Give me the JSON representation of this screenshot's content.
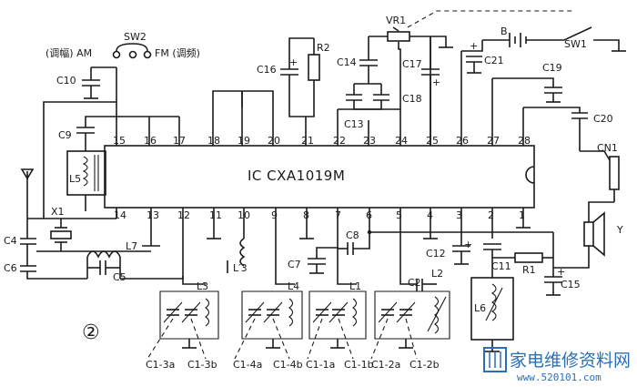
{
  "chip": {
    "label": "IC CXA1019M"
  },
  "top_pins": [
    "15",
    "16",
    "17",
    "18",
    "19",
    "20",
    "21",
    "22",
    "23",
    "24",
    "25",
    "26",
    "27",
    "28"
  ],
  "bottom_pins": [
    "14",
    "13",
    "12",
    "11",
    "10",
    "9",
    "8",
    "7",
    "6",
    "5",
    "4",
    "3",
    "2",
    "1"
  ],
  "switch": {
    "sw2": "SW2",
    "am": "(调幅) AM",
    "fm": "FM (调频)",
    "sw1": "SW1",
    "battery": "B",
    "vr1": "VR1"
  },
  "components": {
    "c10": "C10",
    "c9": "C9",
    "l5": "L5",
    "x1": "X1",
    "c4": "C4",
    "c6": "C6",
    "l7": "L7",
    "c5": "C5",
    "c16": "C16",
    "r2": "R2",
    "c14": "C14",
    "c17": "C17",
    "c18": "C18",
    "c13": "C13",
    "c21": "C21",
    "c19": "C19",
    "c20": "C20",
    "cn1": "CN1",
    "y": "Y",
    "l3": "L3",
    "l_3": "L′3",
    "l4": "L4",
    "l1": "L1",
    "c2": "C2",
    "l2": "L2",
    "c11": "C11",
    "l6": "L6",
    "c7": "C7",
    "c8": "C8",
    "c12": "C12",
    "r1": "R1",
    "c15": "C15"
  },
  "gang_labels": [
    "C1-3a",
    "C1-3b",
    "C1-4a",
    "C1-4b",
    "C1-1a",
    "C1-1b",
    "C1-2a",
    "C1-2b"
  ],
  "figure_number": "②",
  "watermark": {
    "text": "家电维修资料网",
    "url": "www.520101.com"
  }
}
